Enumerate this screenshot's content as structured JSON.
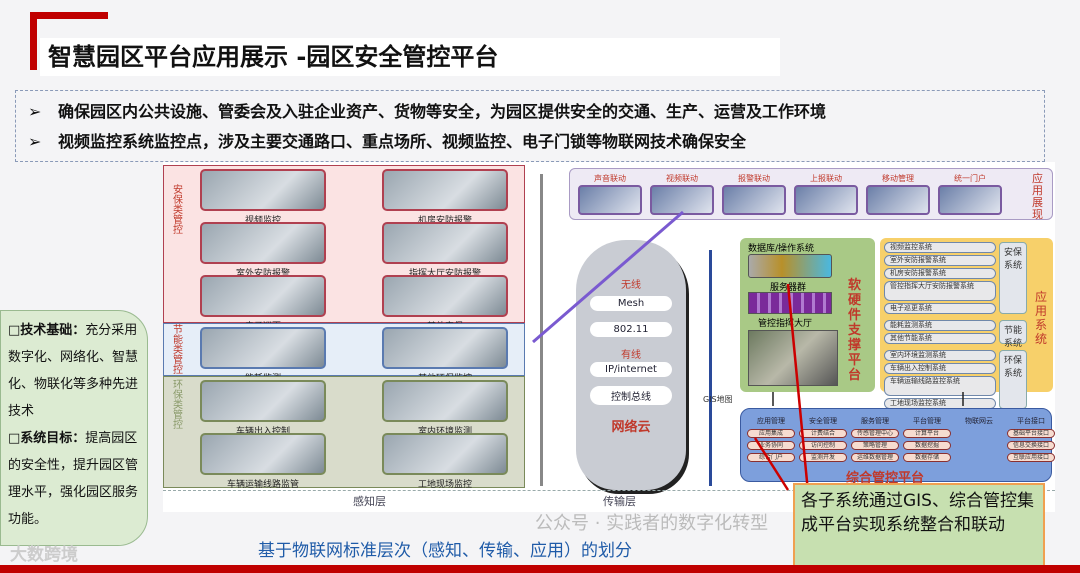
{
  "title": "智慧园区平台应用展示 -园区安全管控平台",
  "bullets": [
    "确保园区内公共设施、管委会及入驻企业资产、货物等安全，为园区提供安全的交通、生产、运营及工作环境",
    "视频监控系统监控点，涉及主要交通路口、重点场所、视频监控、电子门锁等物联网技术确保安全"
  ],
  "bullet_marker": "➢",
  "zones": [
    {
      "label": "安保类管控",
      "color": "#fbe3e3",
      "items": [
        "视频监控",
        "机房安防报警",
        "室外安防报警",
        "指挥大厅安防报警",
        "电子巡更",
        "其他安保"
      ]
    },
    {
      "label": "节能类管控",
      "color": "#e6eef8",
      "items": [
        "能耗监测",
        "其他环保监控"
      ]
    },
    {
      "label": "环保类管控",
      "color": "#d9dccb",
      "items": [
        "车辆出入控制",
        "室内环境监测",
        "车辆运输线路监管",
        "工地现场监控"
      ]
    }
  ],
  "cloud": {
    "wireless": "无线",
    "mesh": "Mesh",
    "wifi": "802.11",
    "wired": "有线",
    "ip": "IP/internet",
    "bus": "控制总线",
    "name": "网络云"
  },
  "app_show": {
    "label": "应用展现",
    "items": [
      "声音联动",
      "视频联动",
      "报警联动",
      "上报联动",
      "移动管理",
      "统一门户"
    ]
  },
  "hw": {
    "db": "数据库/操作系统",
    "servers": "服务器群",
    "hall": "管控指挥大厅",
    "gis": "GIS地图",
    "label": "软硬件支撑平台",
    "gis_label": "GIS地图"
  },
  "app_systems": {
    "label": "应用系统",
    "groups": [
      {
        "name": "安保系统",
        "items": [
          "视频监控系统",
          "室外安防报警系统",
          "机房安防报警系统",
          "管控指挥大厅安防报警系统",
          "电子巡更系统"
        ]
      },
      {
        "name": "节能系统",
        "items": [
          "能耗监测系统",
          "其他节能系统"
        ]
      },
      {
        "name": "环保系统",
        "items": [
          "室内环境监测系统",
          "车辆出入控制系统",
          "车辆运输线路监控系统",
          "工地现场监控系统"
        ]
      }
    ]
  },
  "platform": {
    "label": "综合管控平台",
    "cols": [
      {
        "head": "应用管理",
        "items": [
          "应用集成",
          "业务协同",
          "综合门户"
        ]
      },
      {
        "head": "安全管理",
        "items": [
          "计费结合",
          "访问控制",
          "监测开发"
        ]
      },
      {
        "head": "服务管理",
        "items": [
          "传感管理中心",
          "策略管理",
          "运维数据管理"
        ]
      },
      {
        "head": "平台管理",
        "items": [
          "计算平台",
          "数据挖掘",
          "数据存储"
        ]
      },
      {
        "head": "物联网云",
        "items": []
      },
      {
        "head": "平台接口",
        "items": [
          "基础平台接口",
          "信息交换接口",
          "互联应用接口"
        ]
      }
    ]
  },
  "layers": [
    "感知层",
    "传输层"
  ],
  "left_callout": {
    "t1": "□技术基础：",
    "b1": "充分采用数字化、网络化、智慧化、物联化等多种先进技术",
    "t2": "□系统目标：",
    "b2": "提高园区的安全性，提升园区管理水平，强化园区服务功能。"
  },
  "right_callout": "各子系统通过GIS、综合管控集成平台实现系统整合和联动",
  "caption": "基于物联网标准层次（感知、传输、应用）的划分",
  "watermark": "公众号 · 实践者的数字化转型",
  "logo_watermark": "大数跨境",
  "colors": {
    "accent": "#c00000",
    "caption": "#1f5ba8"
  }
}
